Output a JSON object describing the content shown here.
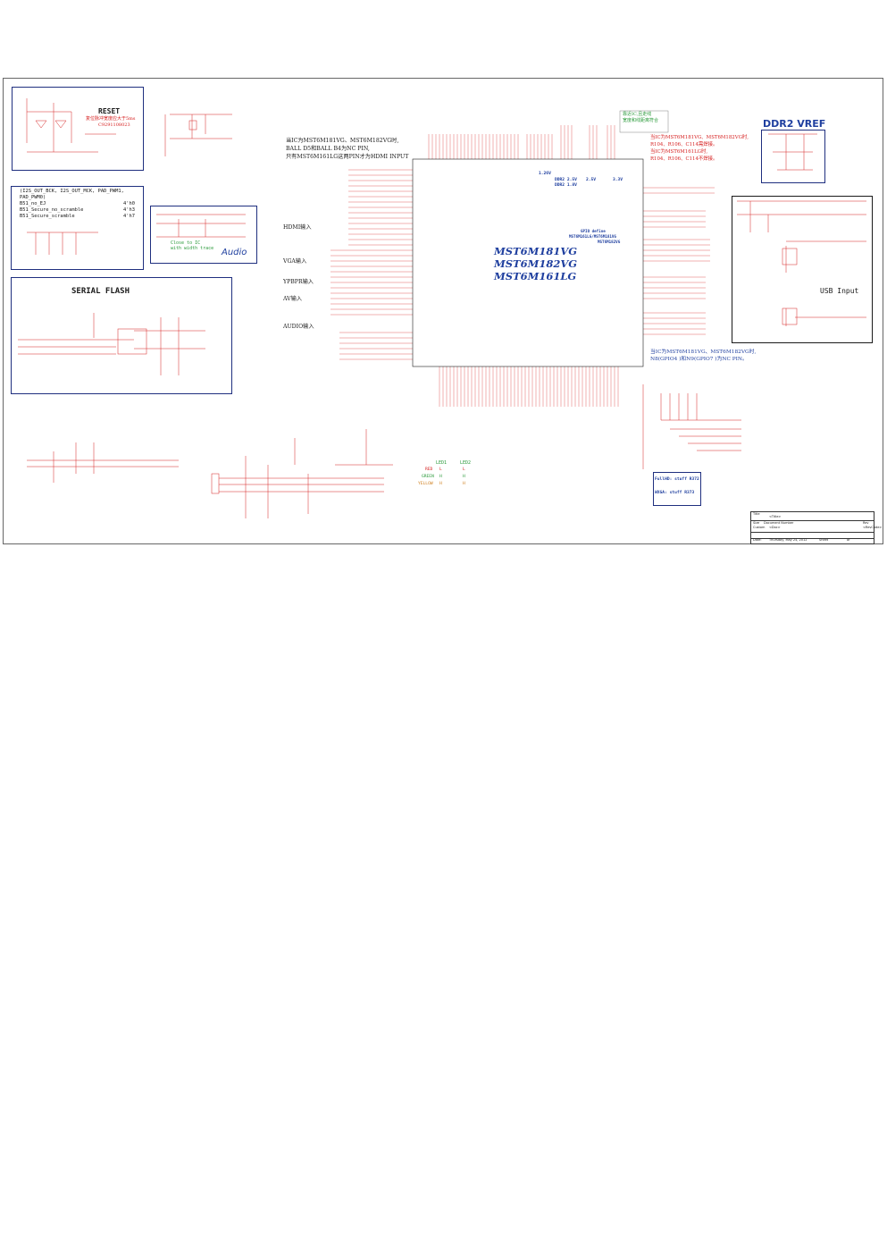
{
  "reset": {
    "title": "RESET",
    "note": "复位脉冲宽度应大于5ms",
    "code": "C9291108023"
  },
  "ddr2": {
    "title": "DDR2 VREF"
  },
  "usb": {
    "title": "USB Input"
  },
  "audio_box": {
    "title": "Audio",
    "note1": "Close to IC",
    "note2": "with width trace"
  },
  "serial_flash": {
    "title": "SERIAL FLASH"
  },
  "option_box": {
    "lines": [
      "(I2S_OUT_BCK, I2S_OUT_MCK, PAD_PWM1,",
      "PAD_PWM0)",
      "B51_no_EJ",
      "B51_Secure_no_scramble",
      "B51_Secure_scramble"
    ],
    "values": [
      "4'h0",
      "4'h3",
      "4'h7"
    ]
  },
  "notes": {
    "ic_note_1": "当IC为MST6M181VG、MST6M182VG时,",
    "ic_note_2": "BALL D5和BALL B4为NC PIN,",
    "ic_note_3": "只有MST6M161LG这两PIN才为HDMI INPUT",
    "right_note_1": "当IC为MST6M181VG、MST6M182VG时,",
    "right_note_2": "R104、R106、C114需焊接。",
    "right_note_3": "当IC为MST6M161LG时,",
    "right_note_4": "R104、R106、C114不焊接。",
    "bottom_note_1": "当IC为MST6M181VG、MST6M182VG时,",
    "bottom_note_2": "N8(GPIO4 )和N9(GPIO7 )为NC PIN。",
    "green_note_1": "靠近IC,且走线",
    "green_note_2": "宽度和线距离符合",
    "power_labels": [
      "1.26V",
      "DDR2 2.5V",
      "2.5V",
      "3.3V",
      "DDR2 1.8V"
    ],
    "gpio_define_1": "GPIO define",
    "gpio_define_2": "MST6M161LG/MST6M181VG",
    "gpio_define_3": "MST6M182VG"
  },
  "chip": {
    "names": [
      "MST6M181VG",
      "MST6M182VG",
      "MST6M161LG"
    ]
  },
  "inputs": {
    "labels": [
      "HDMI输入",
      "VGA输入",
      "YPBPR输入",
      "AV输入",
      "AUDIO输入"
    ]
  },
  "led_table": {
    "headers": [
      "LED1",
      "LED2"
    ],
    "rows": [
      {
        "name": "RED",
        "a": "L",
        "b": "L"
      },
      {
        "name": "GREEN",
        "a": "H",
        "b": "H"
      },
      {
        "name": "YELLOW",
        "a": "H",
        "b": "H"
      }
    ]
  },
  "stuff_box": {
    "line1": "FullHD: stuff R372",
    "line2": "WXGA: stuff R373"
  },
  "title_block": {
    "title_label": "Title",
    "title_value": "<Title>",
    "size_label": "Size",
    "doc_label": "Document Number",
    "doc_value": "<Doc>",
    "rev_label": "Rev",
    "rev_value": "<RevCode>",
    "date_label": "Date:",
    "date_value": "Thursday, May 24, 2012",
    "sheet_label": "Sheet",
    "sheet_value": "of",
    "custom_label": "Custom"
  },
  "colors": {
    "schematic_red": "#d62020",
    "box_blue": "#1f3f9f",
    "note_green": "#2a9a3a"
  }
}
